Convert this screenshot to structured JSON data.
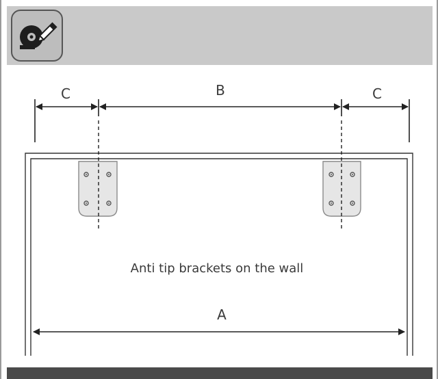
{
  "header": {
    "icon": "tape-measure-icon",
    "band_color": "#c9c9c9",
    "footer_color": "#4a4a4a"
  },
  "dimensions": {
    "label_c_left": "C",
    "label_b": "B",
    "label_c_right": "C",
    "label_a": "A"
  },
  "caption": "Anti tip brackets on the wall",
  "colors": {
    "line": "#222222",
    "bracket_fill": "#e6e6e6",
    "bracket_stroke": "#8a8a8a"
  }
}
